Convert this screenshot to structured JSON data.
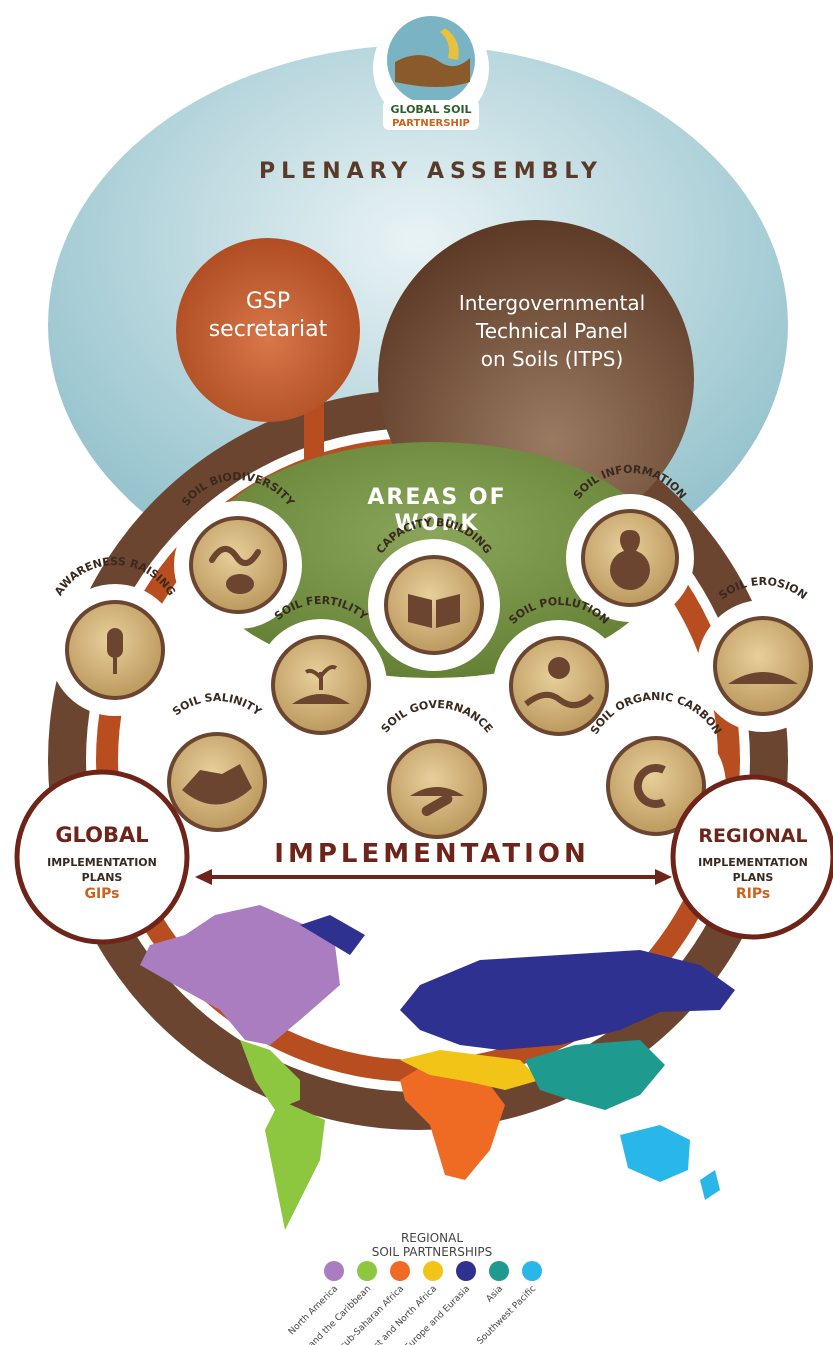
{
  "logo": {
    "line1": "GLOBAL SOIL",
    "line2": "PARTNERSHIP"
  },
  "plenary": {
    "title": "PLENARY ASSEMBLY"
  },
  "secretariat": {
    "line1": "GSP",
    "line2": "secretariat"
  },
  "itps": {
    "line1": "Intergovernmental",
    "line2": "Technical Panel",
    "line3": "on Soils (ITPS)"
  },
  "areas": {
    "line1": "AREAS OF",
    "line2": "WORK"
  },
  "topics": {
    "soil_biodiversity": "SOIL BIODIVERSITY",
    "soil_information": "SOIL INFORMATION",
    "capacity_building": "CAPACITY BUILDING",
    "awareness_raising": "AWARENESS RAISING",
    "soil_fertility": "SOIL FERTILITY",
    "soil_pollution": "SOIL POLLUTION",
    "soil_erosion": "SOIL EROSION",
    "soil_salinity": "SOIL SALINITY",
    "soil_governance": "SOIL GOVERNANCE",
    "soil_organic_carbon": "SOIL ORGANIC CARBON"
  },
  "implementation": {
    "title": "IMPLEMENTATION"
  },
  "global": {
    "title": "GLOBAL",
    "line1": "IMPLEMENTATION",
    "line2": "PLANS",
    "abbr": "GIPs"
  },
  "regional": {
    "title": "REGIONAL",
    "line1": "IMPLEMENTATION",
    "line2": "PLANS",
    "abbr": "RIPs"
  },
  "legend": {
    "title1": "REGIONAL",
    "title2": "SOIL PARTNERSHIPS",
    "items": [
      {
        "label": "North America",
        "color": "#a97dc0"
      },
      {
        "label": "Latin America and the Caribbean",
        "color": "#8dc63f"
      },
      {
        "label": "sub-Saharan Africa",
        "color": "#ef6b24"
      },
      {
        "label": "Near East and North Africa",
        "color": "#f2c418"
      },
      {
        "label": "Europe and Eurasia",
        "color": "#2e3190"
      },
      {
        "label": "Asia",
        "color": "#1f9a8e"
      },
      {
        "label": "Southwest Pacific",
        "color": "#29b6e8"
      }
    ]
  },
  "colors": {
    "sky": "#a9cfd7",
    "orange": "#b84e1f",
    "brown": "#6b4530",
    "green": "#6f8b3a",
    "badge_fill": "#c6a66a",
    "dark_red": "#6e2418",
    "accent_orange": "#c9631e"
  }
}
